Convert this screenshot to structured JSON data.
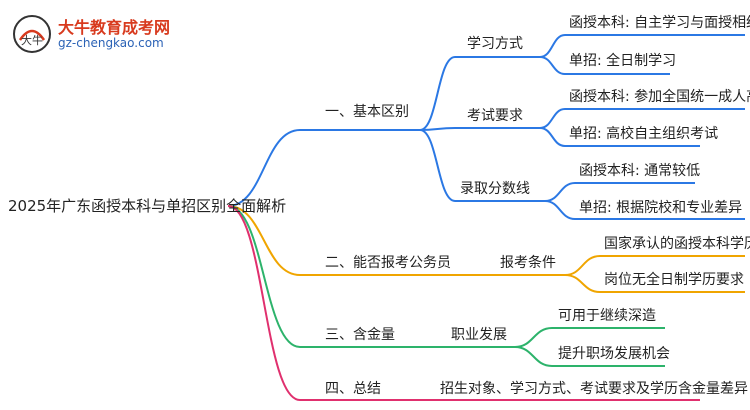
{
  "logo": {
    "title": "大牛教育成考网",
    "url": "gz-chengkao.com",
    "badge_text": "大牛"
  },
  "mindmap": {
    "root": "2025年广东函授本科与单招区别全面解析",
    "branches": [
      {
        "label": "一、基本区别",
        "color": "#2b78e4",
        "children": [
          {
            "label": "学习方式",
            "leaves": [
              "函授本科: 自主学习与面授相结合",
              "单招: 全日制学习"
            ]
          },
          {
            "label": "考试要求",
            "leaves": [
              "函授本科: 参加全国统一成人高考",
              "单招: 高校自主组织考试"
            ]
          },
          {
            "label": "录取分数线",
            "leaves": [
              "函授本科: 通常较低",
              "单招: 根据院校和专业差异"
            ]
          }
        ]
      },
      {
        "label": "二、能否报考公务员",
        "color": "#f0a500",
        "children": [
          {
            "label": "报考条件",
            "leaves": [
              "国家承认的函授本科学历",
              "岗位无全日制学历要求"
            ]
          }
        ]
      },
      {
        "label": "三、含金量",
        "color": "#2db36b",
        "children": [
          {
            "label": "职业发展",
            "leaves": [
              "可用于继续深造",
              "提升职场发展机会"
            ]
          }
        ]
      },
      {
        "label": "四、总结",
        "color": "#e0306e",
        "children": [
          {
            "label": "招生对象、学习方式、考试要求及学历含金量差异",
            "leaves": []
          }
        ]
      }
    ]
  }
}
